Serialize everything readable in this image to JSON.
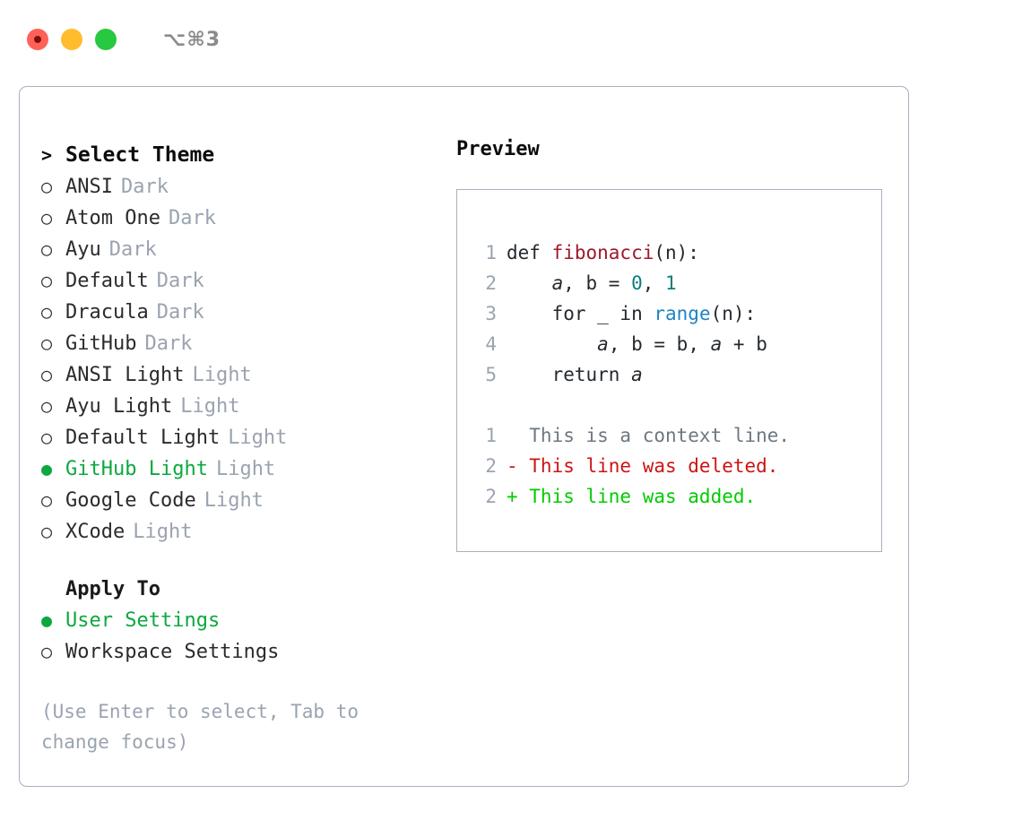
{
  "window": {
    "shortcut": "⌥⌘3",
    "traffic_lights": [
      {
        "name": "close",
        "color": "#ff6158"
      },
      {
        "name": "minimize",
        "color": "#ffbd2e"
      },
      {
        "name": "maximize",
        "color": "#26c940"
      }
    ]
  },
  "theme_selector": {
    "heading_marker": ">",
    "heading": "Select Theme",
    "marker_unselected": "○",
    "marker_selected": "●",
    "accent_color": "#0ca83f",
    "muted_color": "#9aa3b0",
    "items": [
      {
        "label": "ANSI",
        "mode": "Dark",
        "selected": false
      },
      {
        "label": "Atom One",
        "mode": "Dark",
        "selected": false
      },
      {
        "label": "Ayu",
        "mode": "Dark",
        "selected": false
      },
      {
        "label": "Default",
        "mode": "Dark",
        "selected": false
      },
      {
        "label": "Dracula",
        "mode": "Dark",
        "selected": false
      },
      {
        "label": "GitHub",
        "mode": "Dark",
        "selected": false
      },
      {
        "label": "ANSI Light",
        "mode": "Light",
        "selected": false
      },
      {
        "label": "Ayu Light",
        "mode": "Light",
        "selected": false
      },
      {
        "label": "Default Light",
        "mode": "Light",
        "selected": false
      },
      {
        "label": "GitHub Light",
        "mode": "Light",
        "selected": true
      },
      {
        "label": "Google Code",
        "mode": "Light",
        "selected": false
      },
      {
        "label": "XCode",
        "mode": "Light",
        "selected": false
      }
    ]
  },
  "apply_to": {
    "heading": "Apply To",
    "items": [
      {
        "label": "User Settings",
        "selected": true
      },
      {
        "label": "Workspace Settings",
        "selected": false
      }
    ]
  },
  "hint": "(Use Enter to select, Tab to change focus)",
  "preview": {
    "title": "Preview",
    "code_lines": [
      {
        "num": "1",
        "segments": [
          {
            "text": "def ",
            "style": "plain"
          },
          {
            "text": "fibonacci",
            "style": "fn"
          },
          {
            "text": "(n):",
            "style": "plain"
          }
        ]
      },
      {
        "num": "2",
        "segments": [
          {
            "text": "    ",
            "style": "plain"
          },
          {
            "text": "a",
            "style": "var"
          },
          {
            "text": ", b = ",
            "style": "plain"
          },
          {
            "text": "0",
            "style": "num"
          },
          {
            "text": ", ",
            "style": "plain"
          },
          {
            "text": "1",
            "style": "num"
          }
        ]
      },
      {
        "num": "3",
        "segments": [
          {
            "text": "    for _ in ",
            "style": "plain"
          },
          {
            "text": "range",
            "style": "builtin"
          },
          {
            "text": "(n):",
            "style": "plain"
          }
        ]
      },
      {
        "num": "4",
        "segments": [
          {
            "text": "        ",
            "style": "plain"
          },
          {
            "text": "a",
            "style": "var"
          },
          {
            "text": ", b = b, ",
            "style": "plain"
          },
          {
            "text": "a",
            "style": "var"
          },
          {
            "text": " + b",
            "style": "plain"
          }
        ]
      },
      {
        "num": "5",
        "segments": [
          {
            "text": "    return ",
            "style": "plain"
          },
          {
            "text": "a",
            "style": "var"
          }
        ]
      }
    ],
    "diff_lines": [
      {
        "num": "1",
        "sign": " ",
        "text": " This is a context line.",
        "style": "ctx"
      },
      {
        "num": "2",
        "sign": "-",
        "text": " This line was deleted.",
        "style": "del"
      },
      {
        "num": "2",
        "sign": "+",
        "text": " This line was added.",
        "style": "add"
      }
    ]
  }
}
